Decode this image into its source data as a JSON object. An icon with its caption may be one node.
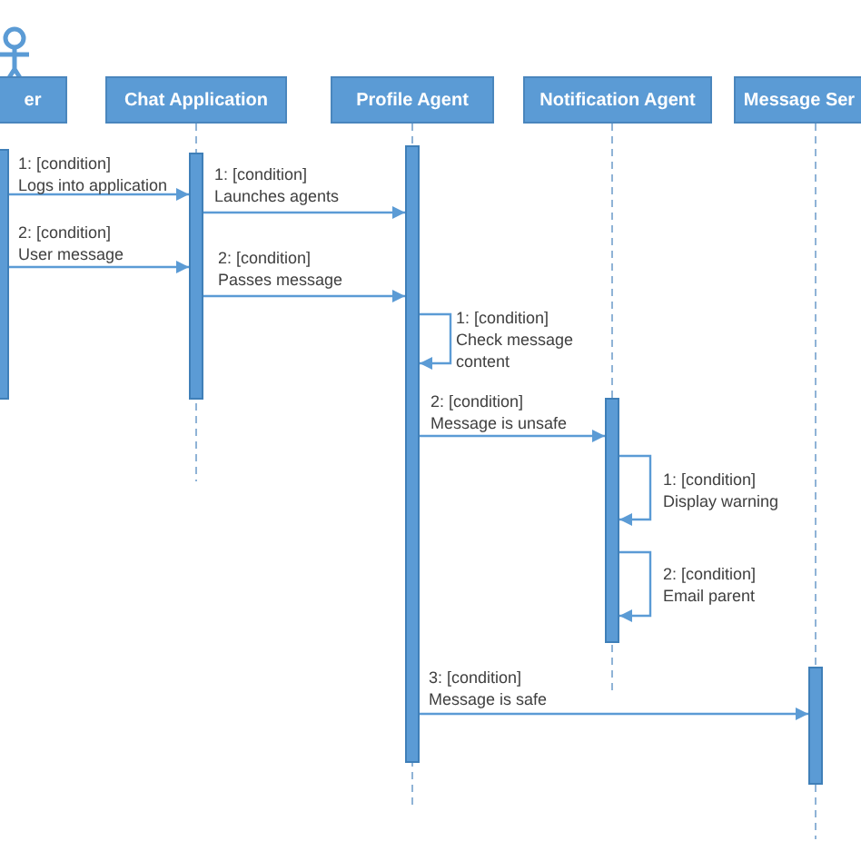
{
  "diagram": {
    "nodes": [
      {
        "text": [
          "er"
        ]
      },
      {
        "text": [
          "Chat Application"
        ]
      },
      {
        "text": [
          "Profile Agent"
        ]
      },
      {
        "text": [
          "Notification Agent"
        ]
      },
      {
        "text": [
          "Message Ser"
        ]
      },
      {
        "text": [],
        "shape": "bar"
      },
      {
        "text": [],
        "shape": "bar"
      },
      {
        "text": [],
        "shape": "bar"
      },
      {
        "text": [],
        "shape": "bar"
      },
      {
        "text": [],
        "shape": "bar"
      }
    ],
    "edges": [
      {
        "from": 5,
        "to": 6,
        "arrow": "to",
        "label": "1: [condition] Logs into application"
      },
      {
        "from": 6,
        "to": 7,
        "arrow": "to",
        "label": "1: [condition] Launches agents"
      },
      {
        "from": 5,
        "to": 6,
        "arrow": "to",
        "label": "2: [condition] User message"
      },
      {
        "from": 6,
        "to": 7,
        "arrow": "to",
        "label": "2: [condition] Passes message"
      },
      {
        "from": 7,
        "to": 7,
        "arrow": "to",
        "label": "1: [condition] Check message content"
      },
      {
        "from": 7,
        "to": 8,
        "arrow": "to",
        "label": "2: [condition] Message is unsafe"
      },
      {
        "from": 8,
        "to": 8,
        "arrow": "to",
        "label": "1: [condition] Display warning"
      },
      {
        "from": 8,
        "to": 8,
        "arrow": "to",
        "label": "2: [condition] Email parent"
      },
      {
        "from": 7,
        "to": 9,
        "arrow": "to",
        "label": "3: [condition] Message is safe"
      }
    ]
  }
}
